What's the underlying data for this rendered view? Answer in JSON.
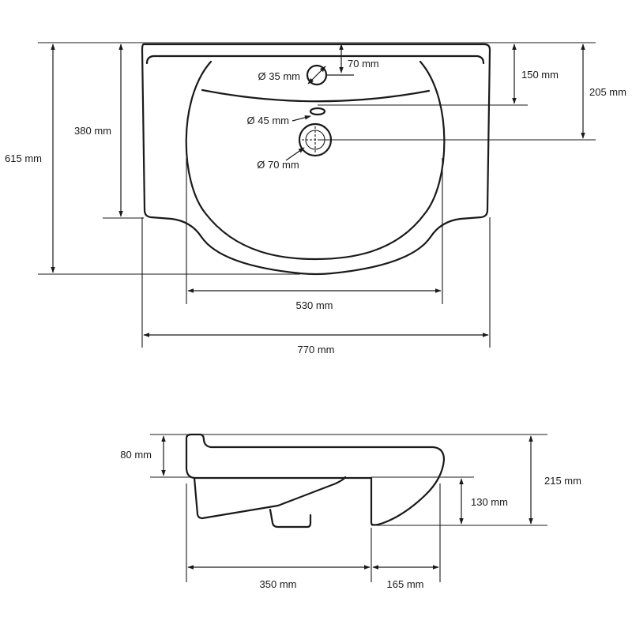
{
  "top_view": {
    "dims": {
      "total_depth": "615 mm",
      "bowl_depth": "380 mm",
      "overflow_dia": "Ø 35 mm",
      "overflow_offset": "70 mm",
      "tap_hole_dia": "Ø 45 mm",
      "drain_dia": "Ø 70 mm",
      "tap_offset": "150 mm",
      "drain_offset": "205 mm",
      "bowl_width": "530 mm",
      "total_width": "770 mm"
    }
  },
  "side_view": {
    "dims": {
      "rim_height": "80 mm",
      "total_height": "215 mm",
      "front_height": "130 mm",
      "rear_depth": "350 mm",
      "front_depth": "165 mm"
    }
  },
  "colors": {
    "line": "#1a1a1a",
    "background": "#ffffff"
  }
}
